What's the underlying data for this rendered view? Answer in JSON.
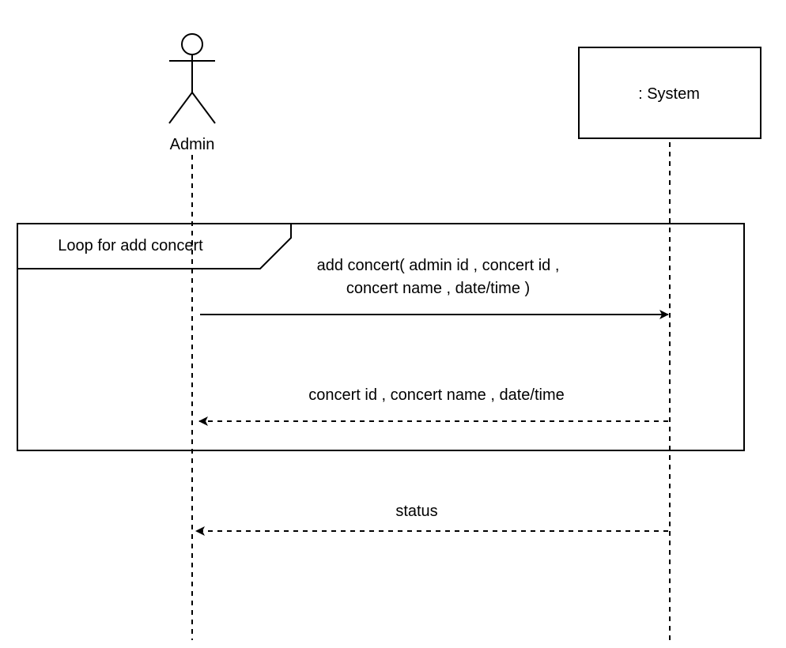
{
  "diagram": {
    "type": "UML sequence diagram",
    "participants": [
      {
        "id": "admin",
        "kind": "actor",
        "label": "Admin"
      },
      {
        "id": "system",
        "kind": "object",
        "label": ": System"
      }
    ],
    "fragment": {
      "operator_label": "Loop for add concert"
    },
    "messages": [
      {
        "from": "admin",
        "to": "system",
        "style": "synchronous",
        "label_lines": [
          "add concert( admin id , concert id ,",
          "concert name , date/time )"
        ]
      },
      {
        "from": "system",
        "to": "admin",
        "style": "return",
        "label_lines": [
          "concert id , concert name , date/time"
        ]
      },
      {
        "from": "system",
        "to": "admin",
        "style": "return",
        "label_lines": [
          "status"
        ]
      }
    ]
  },
  "colors": {
    "stroke": "#000000",
    "background": "#ffffff",
    "text": "#000000"
  }
}
